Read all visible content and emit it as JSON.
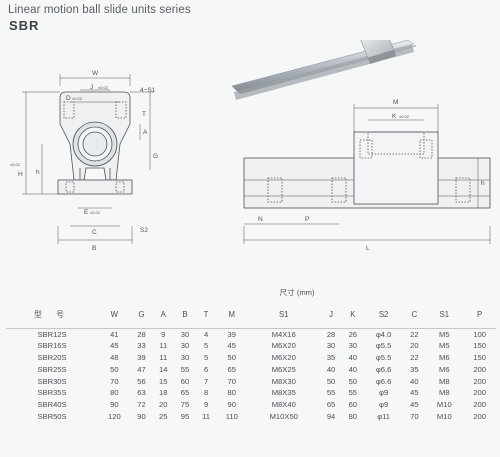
{
  "header": {
    "title": "Linear motion ball slide units series",
    "subtitle": "SBR"
  },
  "drawing_labels": {
    "W": "W",
    "J": "J",
    "J_tol": "±0.02",
    "D": "D",
    "D_tol": "±0.02",
    "S1": "4−S1",
    "T": "T",
    "A": "A",
    "G": "G",
    "H": "H",
    "H_tol": "±0.02",
    "h": "h",
    "E": "E",
    "E_tol": "±0.02",
    "C": "C",
    "B": "B",
    "S2": "S2",
    "M": "M",
    "K": "K",
    "K_tol": "±0.02",
    "h_side": "h",
    "N": "N",
    "P": "P",
    "L": "L"
  },
  "table": {
    "group_header": "尺寸 (mm)",
    "model_header": "型 号",
    "columns": [
      "W",
      "G",
      "A",
      "B",
      "T",
      "M",
      "S1",
      "J",
      "K",
      "S2",
      "C",
      "S1",
      "P"
    ],
    "rows": [
      [
        "SBR12S",
        "41",
        "28",
        "9",
        "30",
        "4",
        "39",
        "M4X16",
        "28",
        "26",
        "φ4.0",
        "22",
        "M5",
        "100"
      ],
      [
        "SBR16S",
        "45",
        "33",
        "11",
        "30",
        "5",
        "45",
        "M6X20",
        "30",
        "30",
        "φ5.5",
        "20",
        "M5",
        "150"
      ],
      [
        "SBR20S",
        "48",
        "39",
        "11",
        "30",
        "5",
        "50",
        "M6X20",
        "35",
        "40",
        "φ5.5",
        "22",
        "M6",
        "150"
      ],
      [
        "SBR25S",
        "50",
        "47",
        "14",
        "55",
        "6",
        "65",
        "M6X25",
        "40",
        "40",
        "φ6.6",
        "35",
        "M6",
        "200"
      ],
      [
        "SBR30S",
        "70",
        "56",
        "15",
        "60",
        "7",
        "70",
        "M8X30",
        "50",
        "50",
        "φ6.6",
        "40",
        "M8",
        "200"
      ],
      [
        "SBR35S",
        "80",
        "63",
        "18",
        "65",
        "8",
        "80",
        "M8X35",
        "55",
        "55",
        "φ9",
        "45",
        "M8",
        "200"
      ],
      [
        "SBR40S",
        "90",
        "72",
        "20",
        "75",
        "9",
        "90",
        "M8X40",
        "65",
        "60",
        "φ9",
        "45",
        "M10",
        "200"
      ],
      [
        "SBR50S",
        "120",
        "90",
        "25",
        "95",
        "11",
        "110",
        "M10X50",
        "94",
        "80",
        "φ11",
        "70",
        "M10",
        "200"
      ]
    ]
  }
}
